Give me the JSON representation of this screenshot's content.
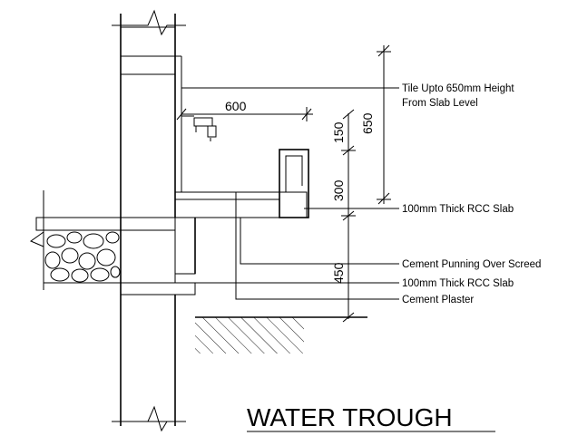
{
  "drawing": {
    "title": "WATER TROUGH",
    "labels": {
      "tile_line1": "Tile Upto 650mm Height",
      "tile_line2": "From Slab Level",
      "rcc_slab_upper": "100mm Thick RCC Slab",
      "cement_punning": "Cement Punning Over Screed",
      "rcc_slab_lower": "100mm Thick RCC Slab",
      "cement_plaster": "Cement Plaster"
    },
    "dimensions": {
      "width": "600",
      "height_total": "650",
      "height_upper": "150",
      "height_trough": "300",
      "height_lower": "450"
    }
  }
}
